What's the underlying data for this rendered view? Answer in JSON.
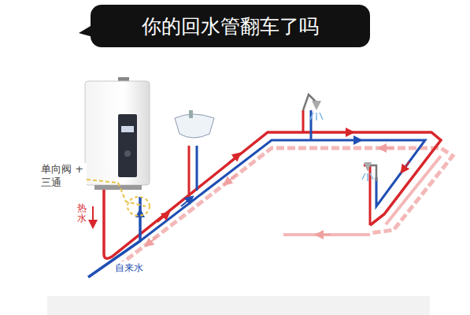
{
  "diagram": {
    "nodes": [
      {
        "text": [
          "你的回水管翻车了吗"
        ]
      }
    ],
    "edges": [],
    "labels": [
      "单向阀 + 三通",
      "热水",
      "自来水"
    ]
  }
}
